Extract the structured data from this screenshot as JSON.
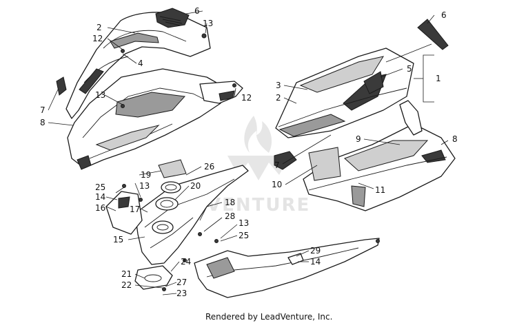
{
  "footer": {
    "credit": "Rendered by LeadVenture, Inc."
  },
  "watermark": {
    "text": "VENTURE"
  },
  "callouts": {
    "c1": "1",
    "c2a": "2",
    "c2b": "2",
    "c3": "3",
    "c4": "4",
    "c5": "5",
    "c6a": "6",
    "c6b": "6",
    "c7a": "7",
    "c7b": "7",
    "c8a": "8",
    "c8b": "8",
    "c9": "9",
    "c10": "10",
    "c11": "11",
    "c12a": "12",
    "c12b": "12",
    "c13a": "13",
    "c13b": "13",
    "c13c": "13",
    "c13d": "13",
    "c14a": "14",
    "c14b": "14",
    "c15": "15",
    "c16": "16",
    "c17": "17",
    "c18": "18",
    "c19": "19",
    "c20": "20",
    "c21": "21",
    "c22": "22",
    "c23": "23",
    "c24": "24",
    "c25a": "25",
    "c25b": "25",
    "c26": "26",
    "c27": "27",
    "c28": "28",
    "c29": "29"
  }
}
